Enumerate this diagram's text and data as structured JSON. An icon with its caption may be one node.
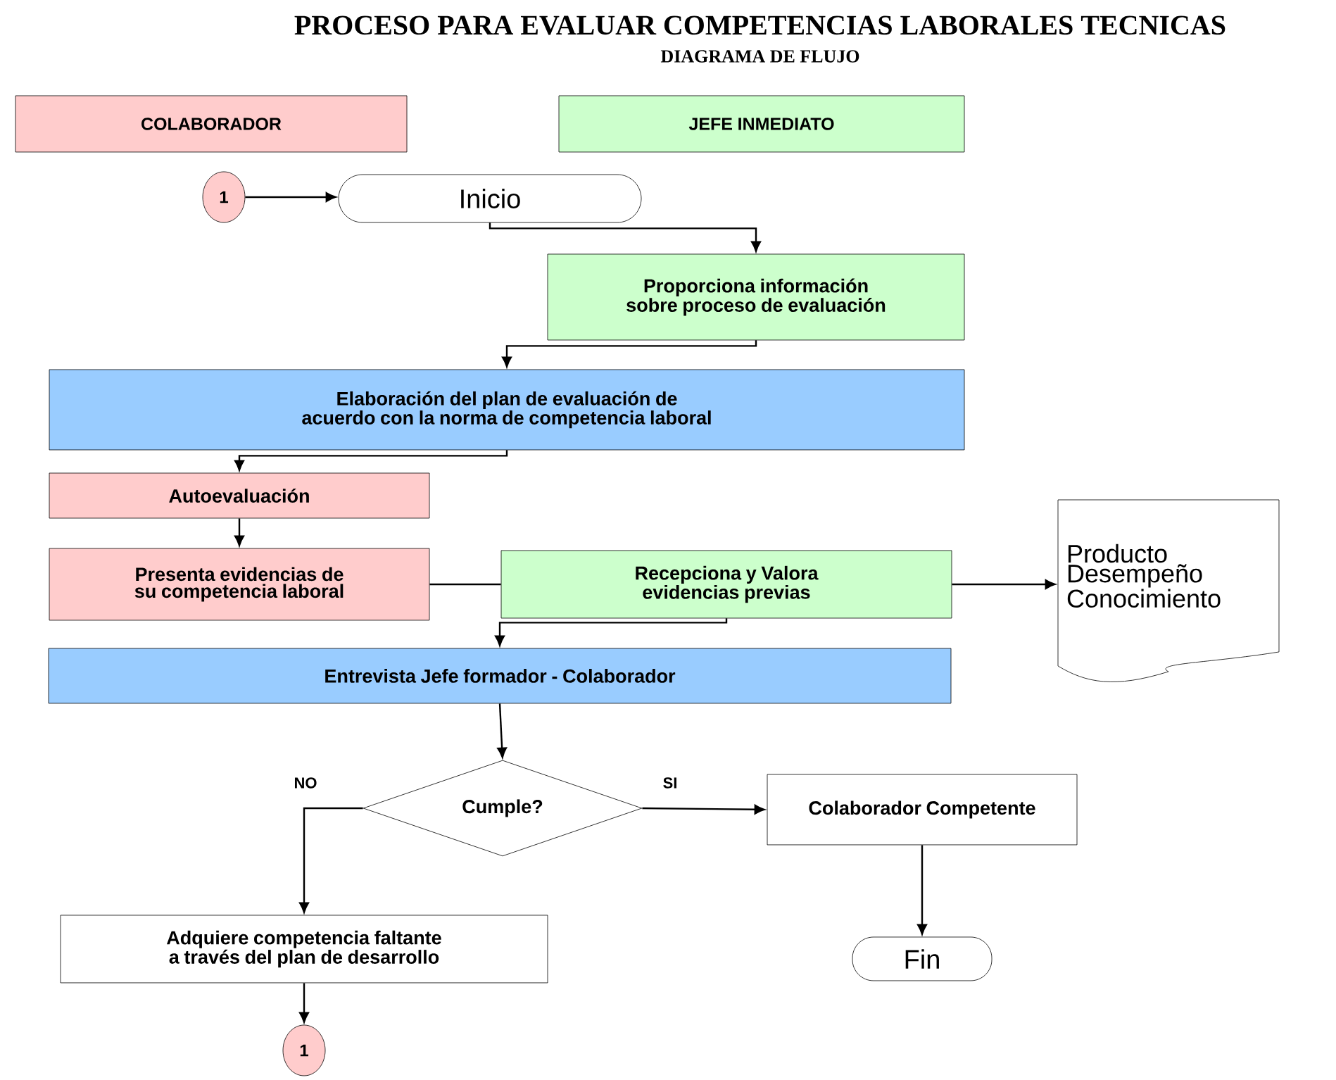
{
  "diagram": {
    "title": "PROCESO PARA EVALUAR COMPETENCIAS LABORALES TECNICAS",
    "nodes": [
      {
        "text": [
          "COLABORADOR"
        ]
      },
      {
        "text": [
          "JEFE INMEDIATO"
        ]
      },
      {
        "text": [
          "1"
        ]
      },
      {
        "text": [
          "Inicio"
        ]
      },
      {
        "text": [
          "Proporciona información sobre proceso de evaluación"
        ]
      },
      {
        "text": [
          "Elaboración del plan de evaluación de acuerdo con la norma de competencia laboral"
        ]
      },
      {
        "text": [
          "Autoevaluación"
        ]
      },
      {
        "text": [
          "Presenta evidencias de su competencia laboral"
        ]
      },
      {
        "text": [
          "Recepciona y Valora evidencias previas"
        ]
      },
      {
        "text": [
          "Producto Desempeño Conocimiento"
        ]
      },
      {
        "text": [
          "Entrevista Jefe formador - Colaborador"
        ]
      },
      {
        "text": [
          "Cumple?"
        ]
      },
      {
        "text": [
          "Colaborador Competente"
        ]
      },
      {
        "text": [
          "Adquiere competencia faltante a través del plan de desarrollo"
        ]
      },
      {
        "text": [
          "Fin"
        ]
      },
      {
        "text": [
          "1"
        ]
      }
    ],
    "edges": [
      {
        "from": 2,
        "to": 3,
        "arrow": "to"
      },
      {
        "from": 3,
        "to": 4,
        "arrow": "to"
      },
      {
        "from": 4,
        "to": 5,
        "arrow": "to"
      },
      {
        "from": 5,
        "to": 6,
        "arrow": "to"
      },
      {
        "from": 6,
        "to": 7,
        "arrow": "to"
      },
      {
        "from": 7,
        "to": 8,
        "arrow": "none"
      },
      {
        "from": 8,
        "to": 9,
        "arrow": "to"
      },
      {
        "from": 8,
        "to": 10,
        "arrow": "to"
      },
      {
        "from": 10,
        "to": 11,
        "arrow": "to"
      },
      {
        "from": 11,
        "to": 13,
        "arrow": "to",
        "label": "NO"
      },
      {
        "from": 11,
        "to": 12,
        "arrow": "to",
        "label": "SI"
      },
      {
        "from": 12,
        "to": 14,
        "arrow": "to"
      },
      {
        "from": 13,
        "to": 15,
        "arrow": "to"
      }
    ],
    "labels": [
      "DIAGRAMA DE FLUJO"
    ]
  }
}
